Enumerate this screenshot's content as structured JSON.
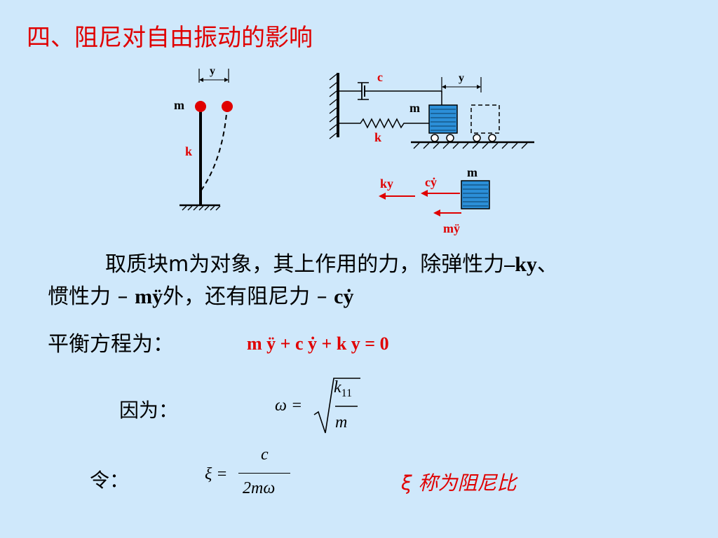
{
  "slide": {
    "title": "四、阻尼对自由振动的影响",
    "diagram_left": {
      "y_label": "y",
      "m_label": "m",
      "k_label": "k"
    },
    "diagram_right": {
      "c_label": "c",
      "y_label": "y",
      "m_label": "m",
      "k_label": "k"
    },
    "diagram_force": {
      "m_label": "m",
      "ky_label": "ky",
      "cy_label": "cẏ",
      "my_label": "mÿ"
    },
    "paragraph": {
      "line1_text": "取质块m为对象，其上作用的力，除弹性力",
      "line1_term": "–ky",
      "line1_end": "、",
      "line2_text1": "惯性力 – ",
      "line2_term1": "mÿ",
      "line2_text2": "外，还有阻尼力 – ",
      "line2_term2": "cẏ"
    },
    "equilibrium": {
      "label": "平衡方程为：",
      "equation": "m ÿ + c ẏ + k y = 0"
    },
    "because": {
      "label": "因为：",
      "lhs": "ω =",
      "numerator": "k",
      "subscript": "11",
      "denominator": "m"
    },
    "let": {
      "label": "令：",
      "lhs": "ξ =",
      "numerator": "c",
      "denominator": "2mω",
      "note": "ξ 称为阻尼比"
    },
    "colors": {
      "accent": "#e00000",
      "background": "#cfe8fb",
      "mass_fill": "#2b8fd8"
    }
  }
}
